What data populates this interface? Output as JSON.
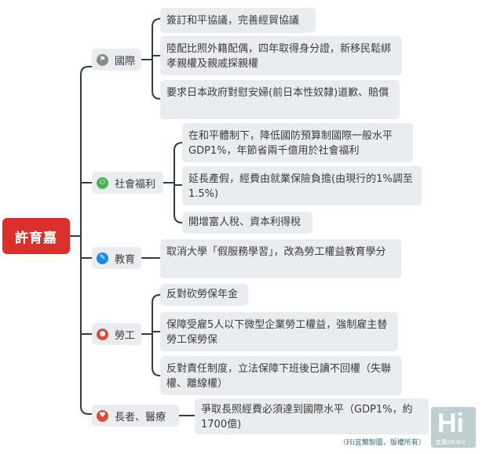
{
  "root": {
    "label": "許育嘉"
  },
  "branches": [
    {
      "label": "國際",
      "icon": "flag-icon",
      "icon_color": "#8a8a8a",
      "items": [
        "簽訂和平協議，完善經貿協議",
        "陸配比照外籍配偶，四年取得身分證，新移民鬆綁孝親權及親戚探親權",
        "要求日本政府對慰安婦(前日本性奴隸)道歉、賠償"
      ]
    },
    {
      "label": "社會福利",
      "icon": "people-icon",
      "icon_color": "#4caf50",
      "items": [
        "在和平體制下，降低國防預算制國際一般水平GDP1%，年節省兩千億用於社會福利",
        "延長產假，經費由就業保險負擔(由現行的1%調至1.5%)",
        "開增富人稅、資本利得稅"
      ]
    },
    {
      "label": "教育",
      "icon": "pencil-icon",
      "icon_color": "#1e88e5",
      "items": [
        "取消大學「假服務學習」，改為勞工權益教育學分"
      ]
    },
    {
      "label": "勞工",
      "icon": "worker-icon",
      "icon_color": "#e0483e",
      "items": [
        "反對砍勞保年金",
        "保障受雇5人以下微型企業勞工權益，強制雇主替勞工保勞保",
        "反對責任制度，立法保障下班後已讀不回權（失聯權、離線權）"
      ]
    },
    {
      "label": "長者、醫療",
      "icon": "heart-icon",
      "icon_color": "#e0483e",
      "items": [
        "爭取長照經費必須達到國際水平（GDP1%，約1700億)"
      ]
    }
  ],
  "footer": {
    "credit": "（Hi宜蘭製圖，版權所有）",
    "logo_big": "Hi",
    "logo_small": "宜蘭NEWS"
  },
  "colors": {
    "root": "#d9302c",
    "node_bg": "#eaedf0",
    "line": "#2c3e50"
  }
}
